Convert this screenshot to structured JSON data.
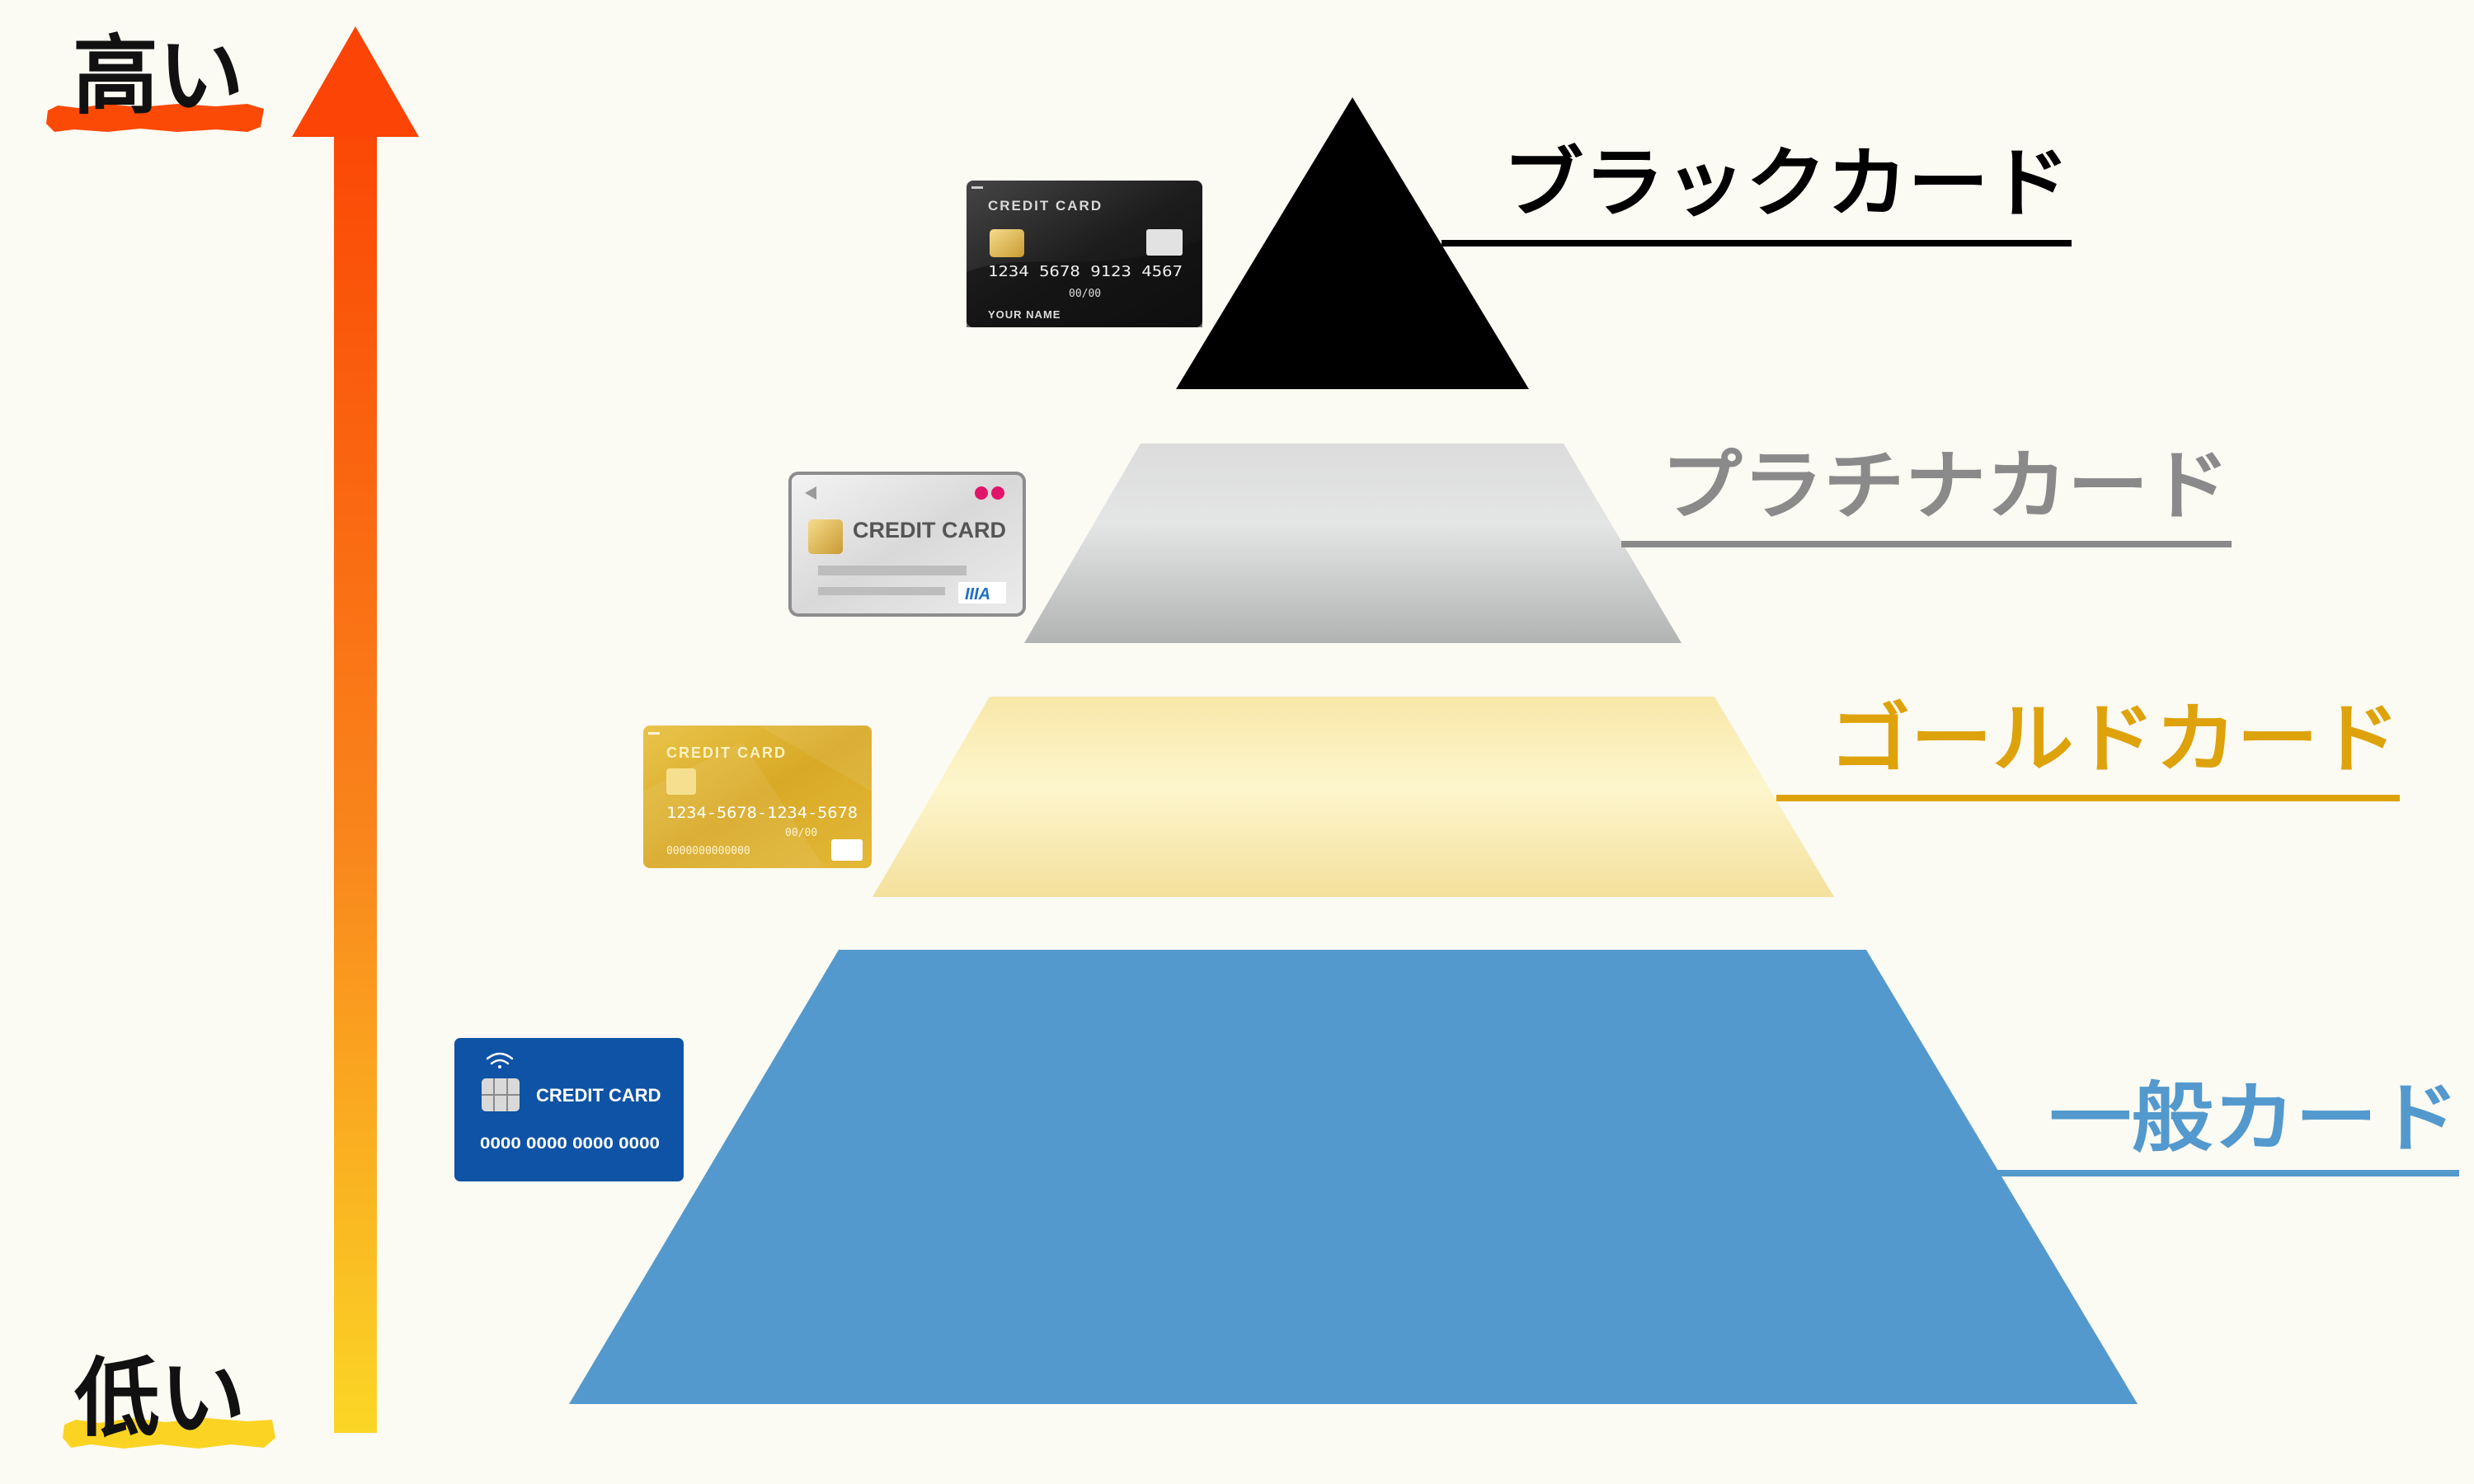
{
  "scale": {
    "high_label": "高い",
    "low_label": "低い"
  },
  "tiers": {
    "black": {
      "label": "ブラックカード"
    },
    "platinum": {
      "label": "プラチナカード"
    },
    "gold": {
      "label": "ゴールドカード"
    },
    "general": {
      "label": "一般カード"
    }
  },
  "cards": {
    "black": {
      "title": "CREDIT CARD",
      "number": "1234  5678  9123  4567",
      "expiry": "00/00",
      "name": "YOUR NAME"
    },
    "platinum": {
      "title": "CREDIT CARD",
      "brand": "IIIA"
    },
    "gold": {
      "title": "CREDIT CARD",
      "number": "1234-5678-1234-5678",
      "expiry": "00/00",
      "account": "0000000000000"
    },
    "general": {
      "title": "CREDIT CARD",
      "number": "0000 0000 0000 0000"
    }
  },
  "colors": {
    "background": "#fbfaf3",
    "black_tier": "#000000",
    "platinum_label": "#8a8a8a",
    "gold_label": "#dea20b",
    "general_tier": "#5399cd",
    "arrow_top": "#fb4a05",
    "arrow_bottom": "#fbd423"
  }
}
